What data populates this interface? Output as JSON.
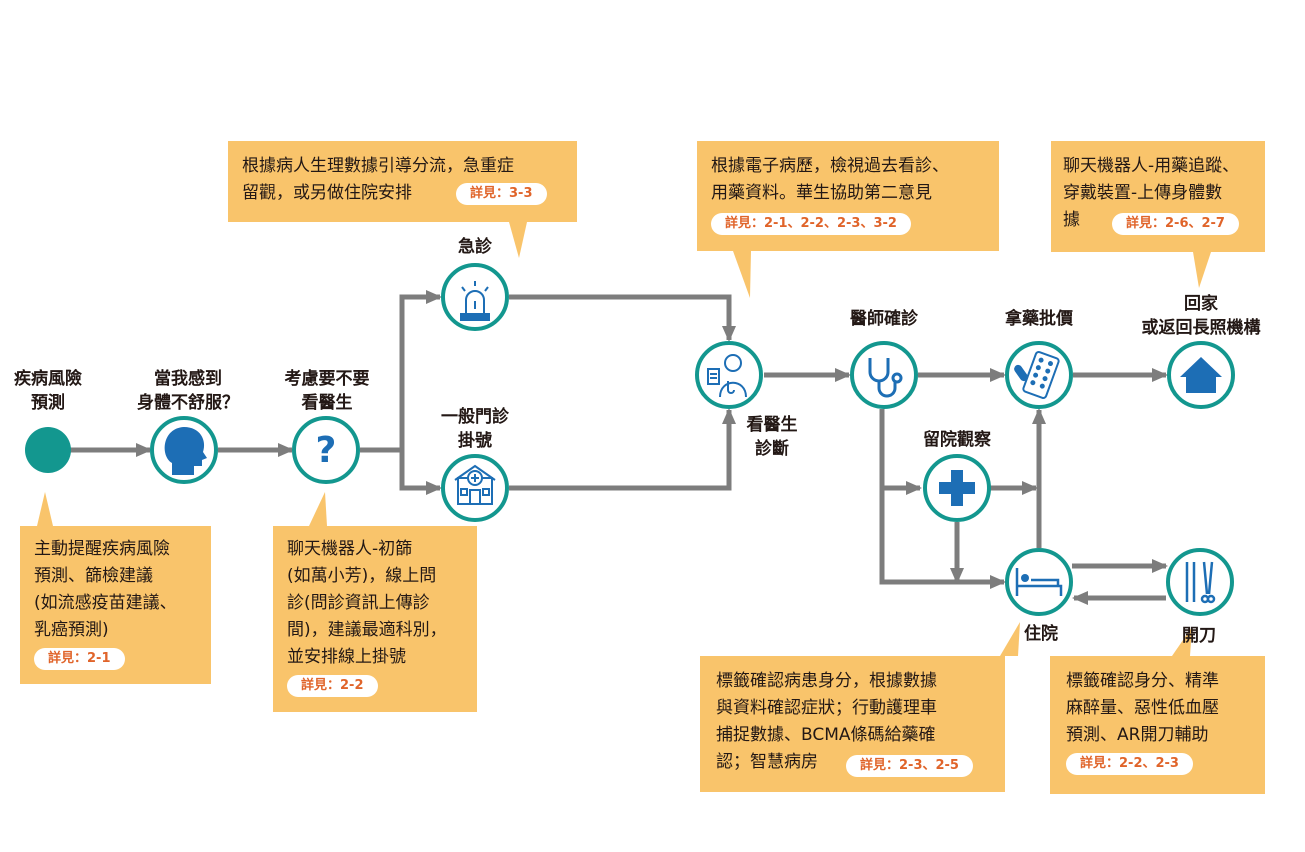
{
  "colors": {
    "teal": "#13978f",
    "gray": "#7d7d7d",
    "note_bg": "#f9c46b",
    "pill_text": "#e0642a",
    "icon_blue": "#1d6eb5",
    "text": "#231815"
  },
  "nodes": {
    "risk": {
      "icon": "solid-dot",
      "label": [
        "疾病風險",
        "預測"
      ]
    },
    "unwell": {
      "icon": "head-silhouette-icon",
      "label": [
        "當我感到",
        "身體不舒服？"
      ]
    },
    "consider": {
      "icon": "question-mark-icon",
      "label": [
        "考慮要不要",
        "看醫生"
      ]
    },
    "emergency": {
      "icon": "siren-icon",
      "label": [
        "急診"
      ]
    },
    "outpatient": {
      "icon": "clinic-building-icon",
      "label": [
        "一般門診",
        "掛號"
      ]
    },
    "diagnosis": {
      "icon": "doctor-icon",
      "label": [
        "看醫生",
        "診斷"
      ]
    },
    "confirm": {
      "icon": "stethoscope-icon",
      "label": [
        "醫師確診"
      ]
    },
    "medicine": {
      "icon": "pills-icon",
      "label": [
        "拿藥批價"
      ]
    },
    "home": {
      "icon": "house-icon",
      "label": [
        "回家",
        "或返回長照機構"
      ]
    },
    "observe": {
      "icon": "medical-cross-icon",
      "label": [
        "留院觀察"
      ]
    },
    "hospital": {
      "icon": "hospital-bed-icon",
      "label": [
        "住院"
      ]
    },
    "surgery": {
      "icon": "surgical-tools-icon",
      "label": [
        "開刀"
      ]
    }
  },
  "notes": {
    "risk": {
      "text": "主動提醒疾病風險\n預測、篩檢建議\n(如流感疫苗建議、\n乳癌預測)",
      "ref": "詳見：2-1"
    },
    "consider": {
      "text": "聊天機器人-初篩\n(如萬小芳)，線上問\n診(問診資訊上傳診\n間)，建議最適科別，\n並安排線上掛號",
      "ref": "詳見：2-2"
    },
    "emergency": {
      "text": "根據病人生理數據引導分流，急重症\n留觀，或另做住院安排",
      "ref": "詳見：3-3"
    },
    "ehr": {
      "text": "根據電子病歷，檢視過去看診、\n用藥資料。華生協助第二意見",
      "ref": "詳見：2-1、2-2、2-3、3-2"
    },
    "chatbot": {
      "text": "聊天機器人-用藥追蹤、\n穿戴裝置-上傳身體數\n據",
      "ref": "詳見：2-6、2-7"
    },
    "inpatient": {
      "text": "標籤確認病患身分，根據數據\n與資料確認症狀；行動護理車\n捕捉數據、BCMA條碼給藥確\n認；智慧病房",
      "ref": "詳見：2-3、2-5"
    },
    "surgery": {
      "text": "標籤確認身分、精準\n麻醉量、惡性低血壓\n預測、AR開刀輔助",
      "ref": "詳見：2-2、2-3"
    }
  }
}
